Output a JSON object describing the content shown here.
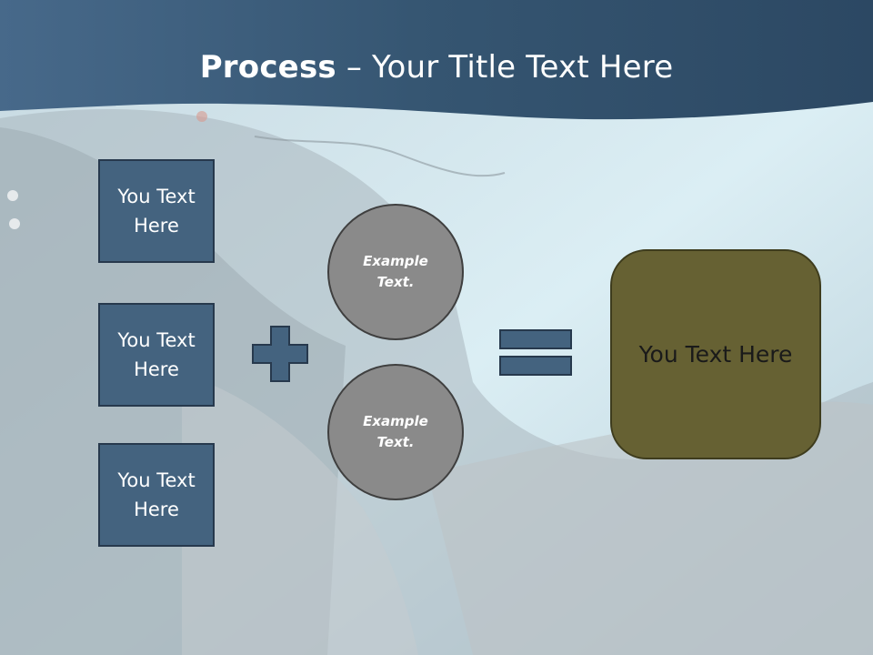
{
  "slide": {
    "title_bold": "Process",
    "title_rest": " – Your Title Text Here",
    "left_boxes": [
      "You Text Here",
      "You Text Here",
      "You Text Here"
    ],
    "circles": [
      "Example Text.",
      "Example Text."
    ],
    "result_box": "You Text Here",
    "operators": [
      "plus-icon",
      "equals-icon"
    ],
    "colors": {
      "header_band": "#3e5b76",
      "box_fill": "#44637f",
      "circle_fill": "#8a8a8a",
      "result_fill": "#666133"
    }
  }
}
